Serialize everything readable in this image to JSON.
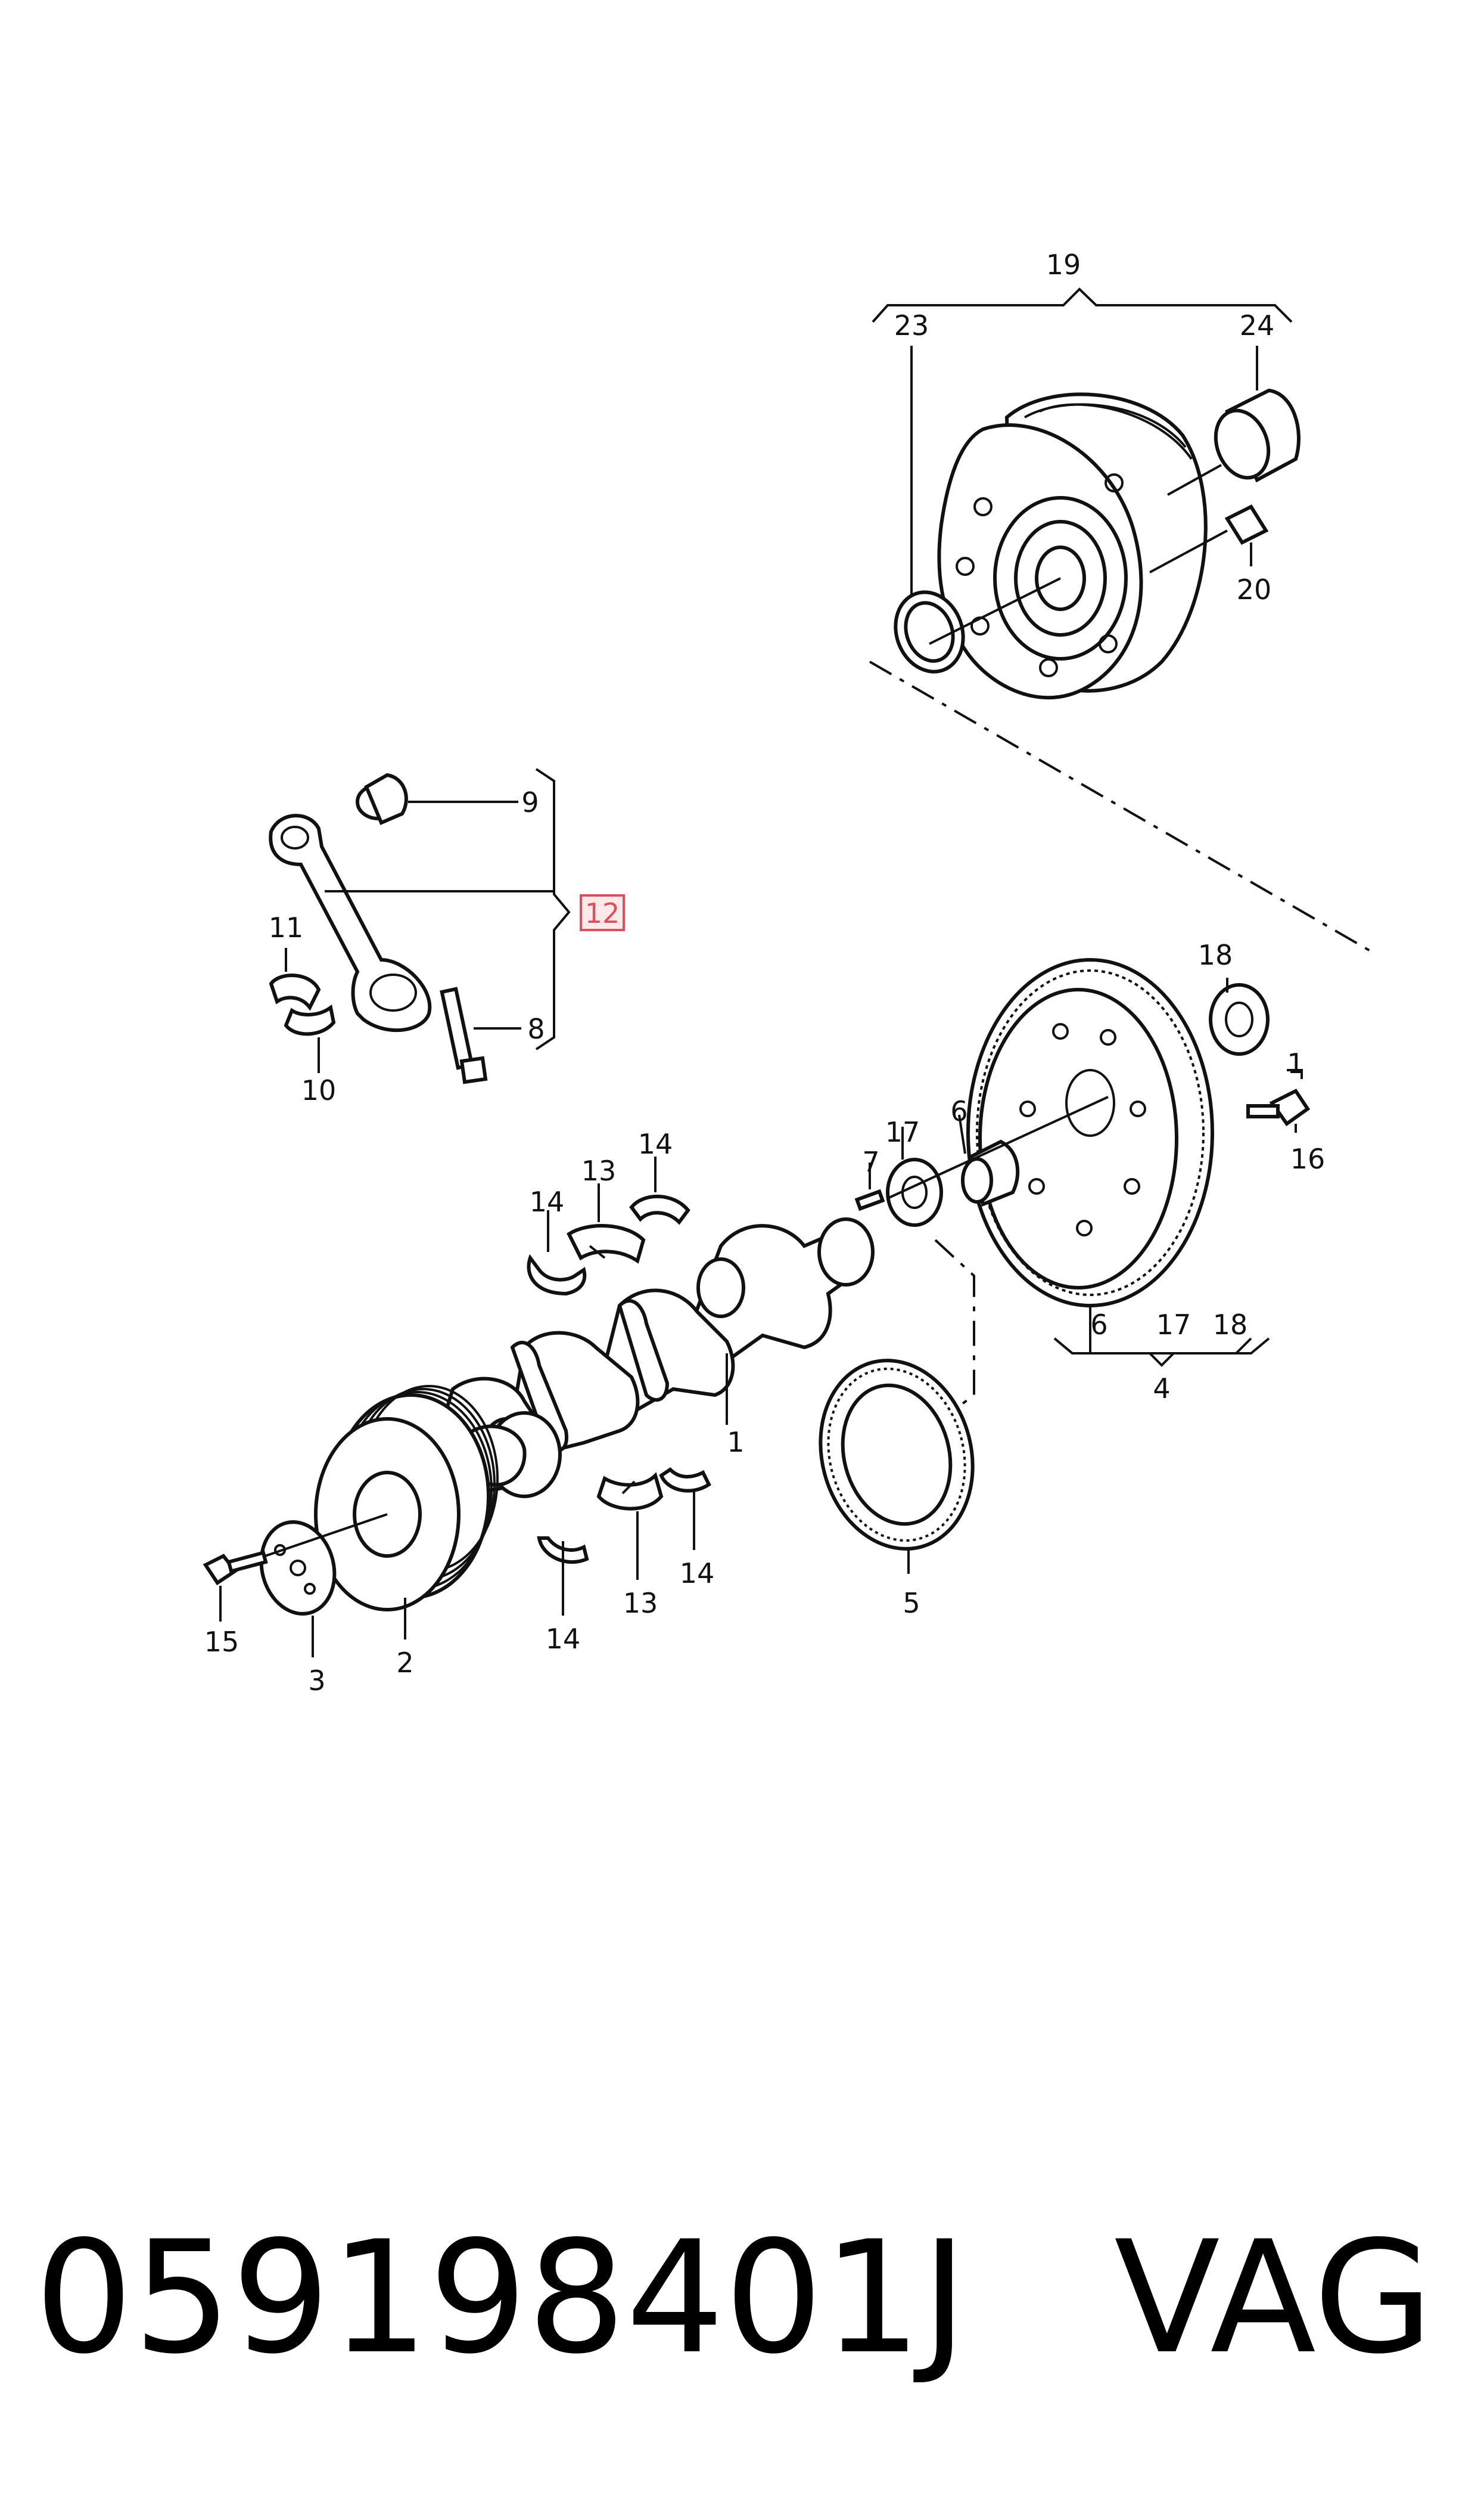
{
  "diagram": {
    "labels": {
      "l19": "19",
      "l23": "23",
      "l24": "24",
      "l20": "20",
      "l9": "9",
      "l12": "12",
      "l11": "11",
      "l8": "8",
      "l10": "10",
      "l18": "18",
      "l1a": "1",
      "l16": "16",
      "l17a": "17",
      "l6a": "6",
      "l7": "7",
      "l14a": "14",
      "l13a": "13",
      "l14b": "14",
      "l6b": "6",
      "l17b": "17",
      "l18b": "18",
      "l4": "4",
      "l1b": "1",
      "l5": "5",
      "l13b": "13",
      "l14c": "14",
      "l14d": "14",
      "l15": "15",
      "l3": "3",
      "l2": "2"
    },
    "highlighted_label": "12"
  },
  "footer": {
    "part_number": "059198401J",
    "brand": "VAG"
  }
}
